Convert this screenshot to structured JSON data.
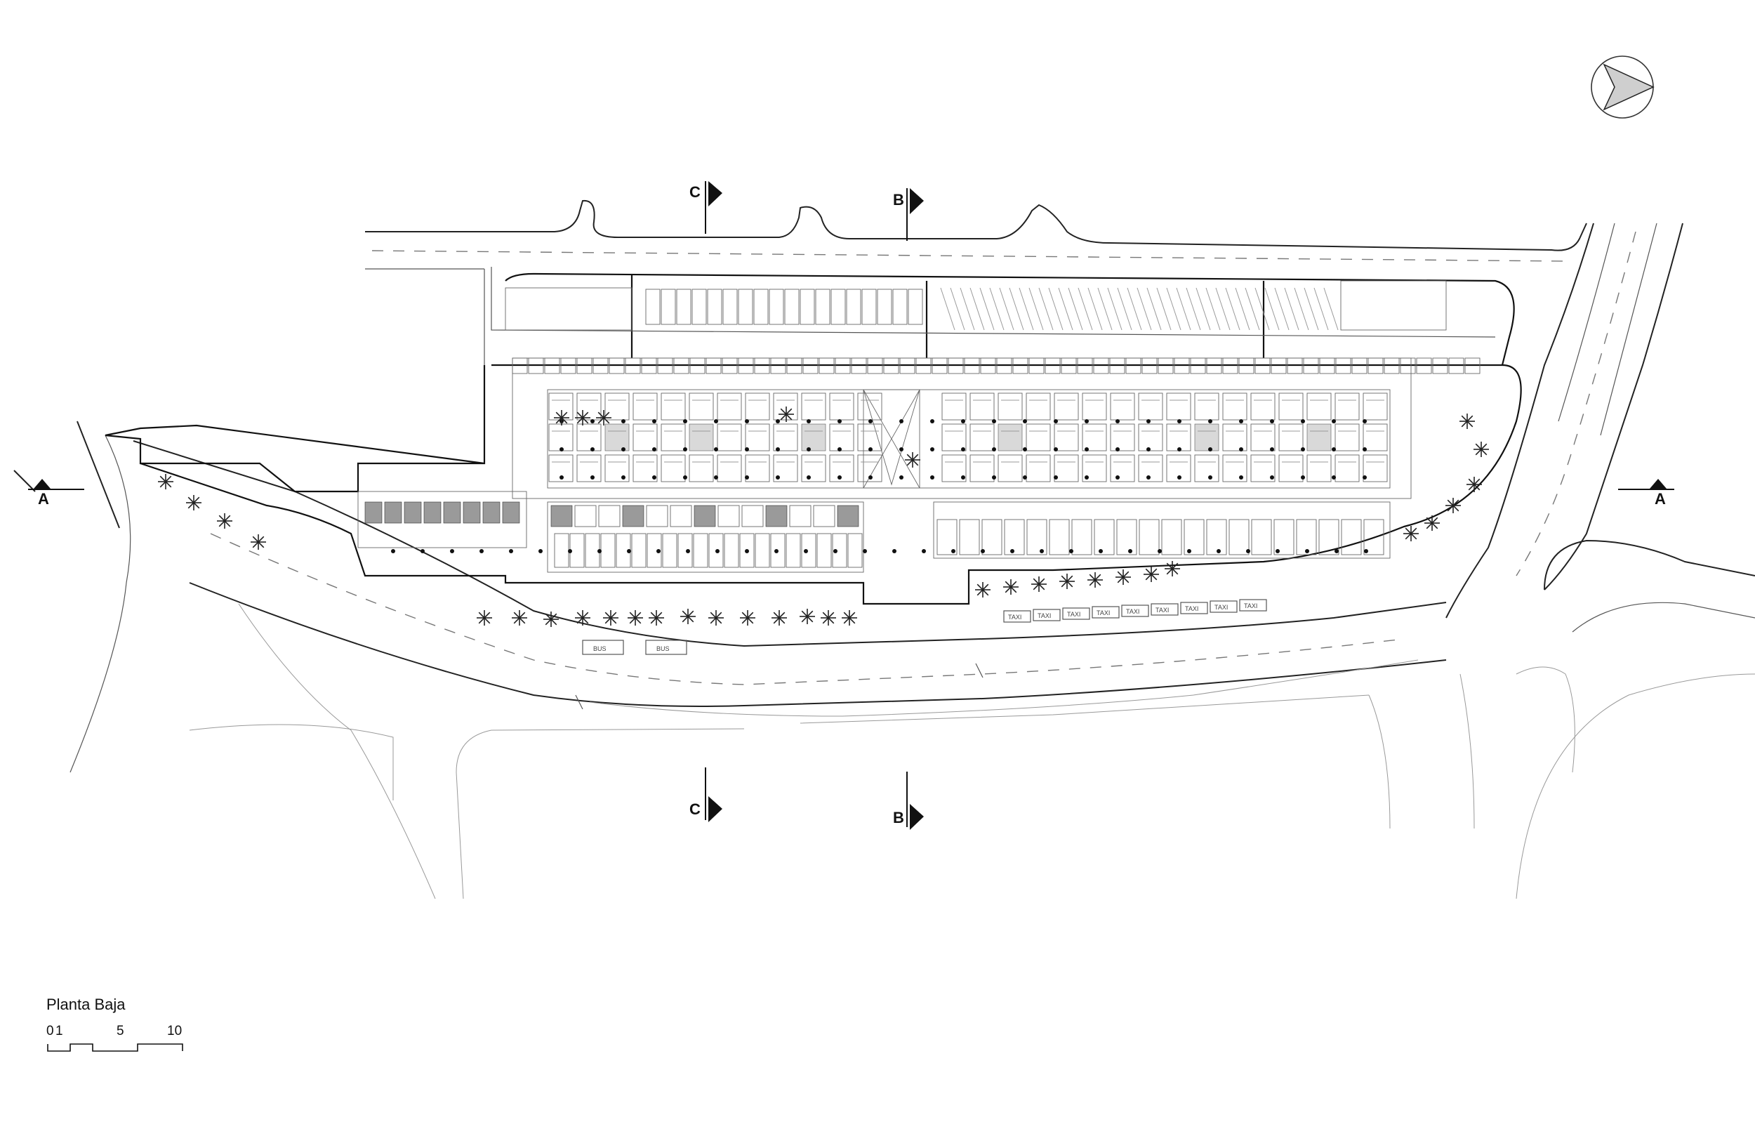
{
  "plan_title": "Planta Baja",
  "scale_bar": {
    "labels": [
      "0",
      "1",
      "5",
      "10"
    ]
  },
  "section_markers": {
    "a_left": "A",
    "a_right": "A",
    "b_top": "B",
    "b_bottom": "B",
    "c_top": "C",
    "c_bottom": "C"
  },
  "bus_labels": [
    "BUS",
    "BUS"
  ],
  "taxi_labels": [
    "TAXI",
    "TAXI",
    "TAXI",
    "TAXI",
    "TAXI",
    "TAXI",
    "TAXI",
    "TAXI",
    "TAXI"
  ],
  "icons": {
    "north_arrow": "north-arrow-icon",
    "palm": "palm-tree-icon",
    "section_flag": "section-flag-icon"
  }
}
